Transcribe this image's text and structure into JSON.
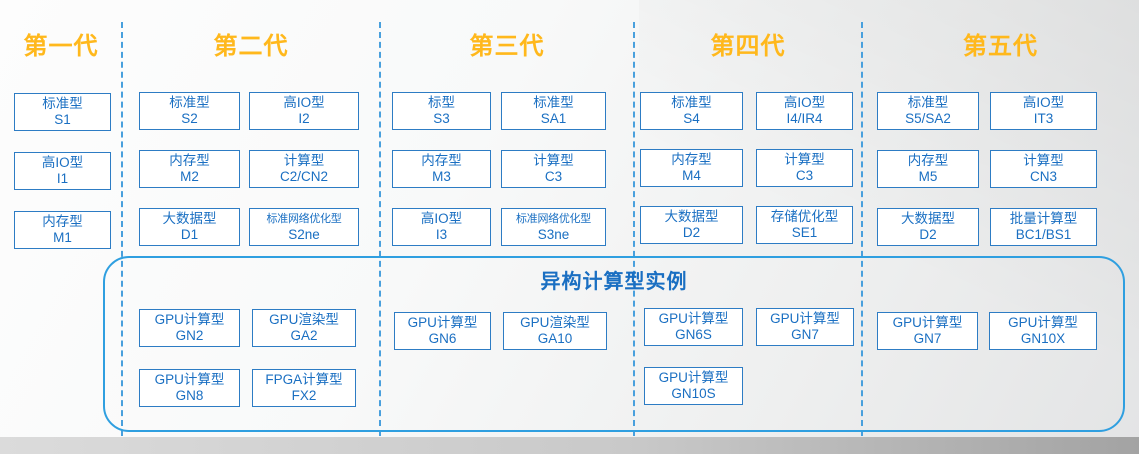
{
  "colors": {
    "header_yellow": "#ffb81c",
    "box_text_blue": "#1a6fc2",
    "box_border_blue": "#2d7cc4",
    "divider_blue": "#49a0dd",
    "container_border_blue": "#2f9fe0"
  },
  "generations": [
    {
      "label": "第一代",
      "boxes": [
        {
          "type": "标准型",
          "model": "S1"
        },
        {
          "type": "高IO型",
          "model": "I1"
        },
        {
          "type": "内存型",
          "model": "M1"
        }
      ]
    },
    {
      "label": "第二代",
      "boxes": [
        {
          "type": "标准型",
          "model": "S2"
        },
        {
          "type": "高IO型",
          "model": "I2"
        },
        {
          "type": "内存型",
          "model": "M2"
        },
        {
          "type": "计算型",
          "model": "C2/CN2"
        },
        {
          "type": "大数据型",
          "model": "D1"
        },
        {
          "type": "标准网络优化型",
          "model": "S2ne"
        }
      ]
    },
    {
      "label": "第三代",
      "boxes": [
        {
          "type": "标型",
          "model": "S3"
        },
        {
          "type": "标准型",
          "model": "SA1"
        },
        {
          "type": "内存型",
          "model": "M3"
        },
        {
          "type": "计算型",
          "model": "C3"
        },
        {
          "type": "高IO型",
          "model": "I3"
        },
        {
          "type": "标准网络优化型",
          "model": "S3ne"
        }
      ]
    },
    {
      "label": "第四代",
      "boxes": [
        {
          "type": "标准型",
          "model": "S4"
        },
        {
          "type": "高IO型",
          "model": "I4/IR4"
        },
        {
          "type": "内存型",
          "model": "M4"
        },
        {
          "type": "计算型",
          "model": "C3"
        },
        {
          "type": "大数据型",
          "model": "D2"
        },
        {
          "type": "存储优化型",
          "model": "SE1"
        }
      ]
    },
    {
      "label": "第五代",
      "boxes": [
        {
          "type": "标准型",
          "model": "S5/SA2"
        },
        {
          "type": "高IO型",
          "model": "IT3"
        },
        {
          "type": "内存型",
          "model": "M5"
        },
        {
          "type": "计算型",
          "model": "CN3"
        },
        {
          "type": "大数据型",
          "model": "D2"
        },
        {
          "type": "批量计算型",
          "model": "BC1/BS1"
        }
      ]
    }
  ],
  "hetero": {
    "title": "异构计算型实例",
    "groups": [
      {
        "boxes": [
          {
            "type": "GPU计算型",
            "model": "GN2"
          },
          {
            "type": "GPU渲染型",
            "model": "GA2"
          },
          {
            "type": "GPU计算型",
            "model": "GN8"
          },
          {
            "type": "FPGA计算型",
            "model": "FX2"
          }
        ]
      },
      {
        "boxes": [
          {
            "type": "GPU计算型",
            "model": "GN6"
          },
          {
            "type": "GPU渲染型",
            "model": "GA10"
          }
        ]
      },
      {
        "boxes": [
          {
            "type": "GPU计算型",
            "model": "GN6S"
          },
          {
            "type": "GPU计算型",
            "model": "GN7"
          },
          {
            "type": "GPU计算型",
            "model": "GN10S"
          }
        ]
      },
      {
        "boxes": [
          {
            "type": "GPU计算型",
            "model": "GN7"
          },
          {
            "type": "GPU计算型",
            "model": "GN10X"
          }
        ]
      }
    ]
  }
}
